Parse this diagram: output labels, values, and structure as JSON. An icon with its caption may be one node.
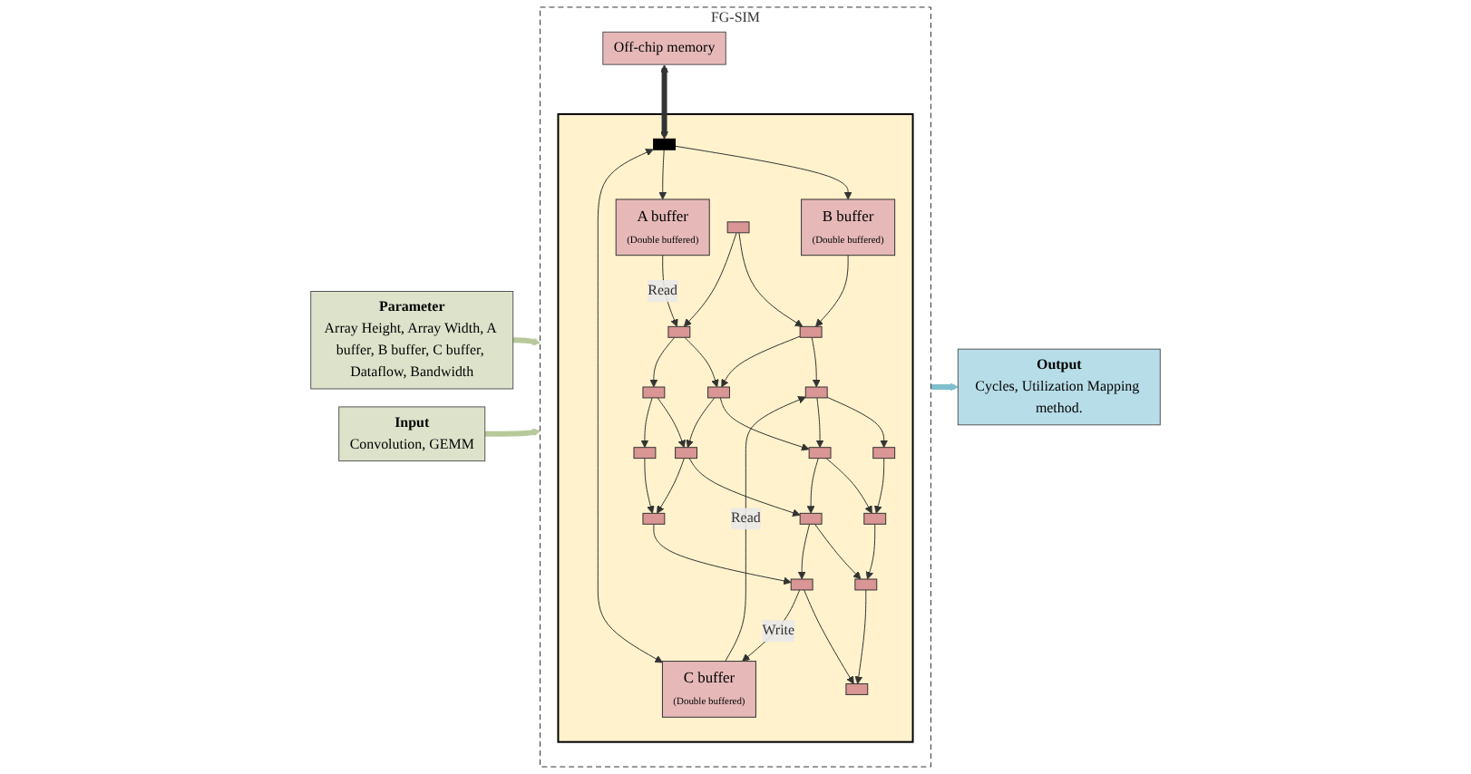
{
  "diagram": {
    "nodes": [
      {
        "text": [
          "Parameter",
          "Array Height, Array Width, A buffer, B buffer, C buffer, Dataflow, Bandwidth"
        ]
      },
      {
        "text": [
          "Input",
          "Convolution, GEMM"
        ]
      },
      {
        "text": [
          "FG-SIM"
        ]
      },
      {
        "text": [
          "Off-chip memory"
        ],
        "in": 2
      },
      {
        "text": [],
        "shape": "box",
        "in": 2
      },
      {
        "text": [],
        "shape": "bar",
        "in": 4
      },
      {
        "text": [
          "B buffer",
          "(Double buffered)"
        ],
        "in": 4
      },
      {
        "text": [
          "A buffer",
          "(Double buffered)"
        ],
        "in": 4
      },
      {
        "text": [],
        "shape": "box",
        "in": 4
      },
      {
        "text": [],
        "shape": "box",
        "in": 4
      },
      {
        "text": [],
        "shape": "box",
        "in": 4
      },
      {
        "text": [],
        "shape": "box",
        "in": 4
      },
      {
        "text": [],
        "shape": "box",
        "in": 4
      },
      {
        "text": [],
        "shape": "box",
        "in": 4
      },
      {
        "text": [],
        "shape": "box",
        "in": 4
      },
      {
        "text": [],
        "shape": "box",
        "in": 4
      },
      {
        "text": [],
        "shape": "box",
        "in": 4
      },
      {
        "text": [],
        "shape": "box",
        "in": 4
      },
      {
        "text": [],
        "shape": "box",
        "in": 4
      },
      {
        "text": [],
        "shape": "box",
        "in": 4
      },
      {
        "text": [],
        "shape": "box",
        "in": 4
      },
      {
        "text": [],
        "shape": "box",
        "in": 4
      },
      {
        "text": [],
        "shape": "box",
        "in": 4
      },
      {
        "text": [],
        "shape": "box",
        "in": 4
      },
      {
        "text": [
          "C buffer",
          "(Double buffered)"
        ],
        "in": 4
      },
      {
        "text": [
          "Output",
          "Cycles, Utilization Mapping method."
        ]
      }
    ],
    "edges": [
      {
        "from": 0,
        "to": 2,
        "arrow": "to",
        "style": "thick",
        "color": "#b7c99a"
      },
      {
        "from": 1,
        "to": 2,
        "arrow": "to",
        "style": "thick",
        "color": "#b7c99a"
      },
      {
        "from": 2,
        "to": 25,
        "arrow": "to",
        "style": "thick",
        "color": "#7fbfcc"
      },
      {
        "from": 3,
        "to": 5,
        "arrow": "both",
        "style": "thick"
      },
      {
        "from": 5,
        "to": 6,
        "arrow": "to"
      },
      {
        "from": 5,
        "to": 7,
        "arrow": "to"
      },
      {
        "from": 5,
        "to": 24,
        "arrow": "both"
      },
      {
        "from": 6,
        "to": 9,
        "arrow": "to"
      },
      {
        "from": 24,
        "to": 10,
        "arrow": "to",
        "label": "Read"
      },
      {
        "from": 7,
        "to": 12,
        "arrow": "to",
        "label": "Read"
      },
      {
        "from": 8,
        "to": 9,
        "arrow": "to"
      },
      {
        "from": 9,
        "to": 10,
        "arrow": "to"
      },
      {
        "from": 10,
        "to": 11,
        "arrow": "to"
      },
      {
        "from": 12,
        "to": 13,
        "arrow": "to"
      },
      {
        "from": 13,
        "to": 14,
        "arrow": "to"
      },
      {
        "from": 14,
        "to": 15,
        "arrow": "to"
      },
      {
        "from": 16,
        "to": 17,
        "arrow": "to"
      },
      {
        "from": 17,
        "to": 18,
        "arrow": "to"
      },
      {
        "from": 18,
        "to": 19,
        "arrow": "to"
      },
      {
        "from": 20,
        "to": 21,
        "arrow": "to"
      },
      {
        "from": 21,
        "to": 22,
        "arrow": "to"
      },
      {
        "from": 22,
        "to": 23,
        "arrow": "to"
      },
      {
        "from": 8,
        "to": 12,
        "arrow": "to"
      },
      {
        "from": 12,
        "to": 16,
        "arrow": "to"
      },
      {
        "from": 16,
        "to": 20,
        "arrow": "to"
      },
      {
        "from": 9,
        "to": 13,
        "arrow": "to"
      },
      {
        "from": 13,
        "to": 17,
        "arrow": "to"
      },
      {
        "from": 17,
        "to": 21,
        "arrow": "to"
      },
      {
        "from": 10,
        "to": 14,
        "arrow": "to"
      },
      {
        "from": 14,
        "to": 18,
        "arrow": "to"
      },
      {
        "from": 18,
        "to": 22,
        "arrow": "to"
      },
      {
        "from": 11,
        "to": 15,
        "arrow": "to"
      },
      {
        "from": 15,
        "to": 19,
        "arrow": "to"
      },
      {
        "from": 19,
        "to": 23,
        "arrow": "to"
      },
      {
        "from": 22,
        "to": 24,
        "arrow": "to",
        "label": "Write"
      }
    ]
  }
}
